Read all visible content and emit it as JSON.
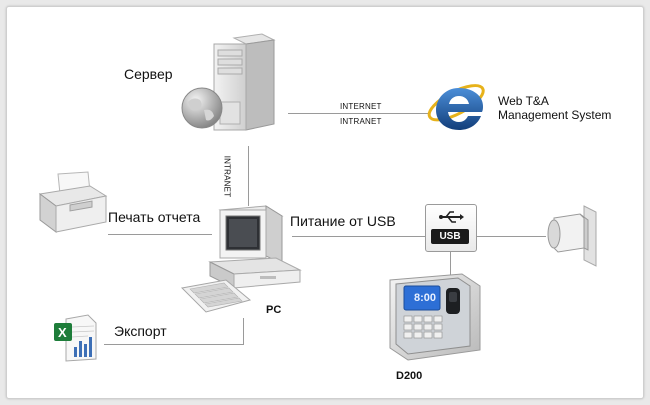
{
  "labels": {
    "server": "Сервер",
    "internet": "INTERNET",
    "intranet_h": "INTRANET",
    "intranet_v": "INTRANET",
    "web_line1": "Web T&A",
    "web_line2": "Management System",
    "print": "Печать отчета",
    "usb_power": "Питание от USB",
    "pc": "PC",
    "export": "Экспорт",
    "device": "D200",
    "usb_badge": "USB",
    "screen_time": "8:00",
    "excel_letter": "X"
  },
  "icons": [
    "server-icon",
    "globe-icon",
    "ie-logo-icon",
    "printer-icon",
    "pc-icon",
    "keyboard-icon",
    "usb-icon",
    "power-adapter-icon",
    "excel-file-icon",
    "time-attendance-terminal-icon"
  ],
  "colors": {
    "line": "#9a9a9a",
    "ie_blue": "#1f5fa8",
    "excel_green": "#1e7d3a",
    "lcd_blue": "#2d6fd6"
  }
}
